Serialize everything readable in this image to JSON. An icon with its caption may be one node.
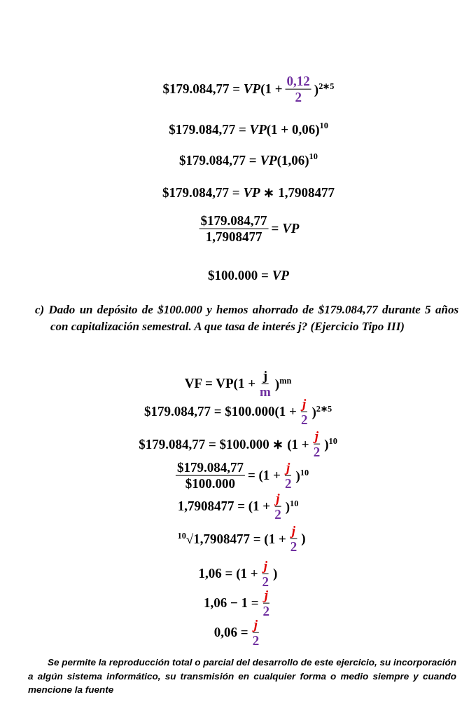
{
  "diagram": {
    "labels": [
      "$179.084,77 = *VP*(1 +",
      "0,12",
      "2",
      ")$^{2∗5}$",
      "$179.084,77 = *VP*(1 + 0,06)$^{10}$",
      "$179.084,77 = *VP*(1,06)$^{10}$",
      "$179.084,77 = *VP* ∗  1,7908477",
      "$179.084,77",
      "1,7908477",
      "= *VP*",
      "$100.000 = *VP*",
      "c) Dado un depósito de $100.000 y hemos  ahorrado  de $179.084,77 durante 5 años con **capitalización semestral**. A que *tasa de interés j*? (Ejercicio Tipo III)",
      "VF = VP(1 +",
      "j",
      "m",
      ")$^{mn}$",
      "$179.084,77 = $100.000(1 +",
      "j",
      "2",
      ")$^{2∗5}$",
      "$179.084,77 = $100.000 ∗ (1 +",
      "j",
      "2",
      ")$^{10}$",
      "$179.084,77",
      "$100.000",
      "= (1 +",
      "j",
      "2",
      ")$^{10}$",
      "1,7908477 = (1 +",
      "j",
      "2",
      ")$^{10}$",
      "$^{10}$√1,7908477 = (1 +",
      "j",
      "2",
      ")",
      "1,06 = (1 +",
      "j",
      "2",
      ")",
      "1,06 − 1 =",
      "j",
      "2",
      "0,06 =",
      "j",
      "2",
      "Se permite la reproducción total o parcial del desarrollo de este ejercicio, su incorporación a algún sistema informático, su transmisión en cualquier forma o medio siempre y cuando mencione la fuente"
    ]
  }
}
